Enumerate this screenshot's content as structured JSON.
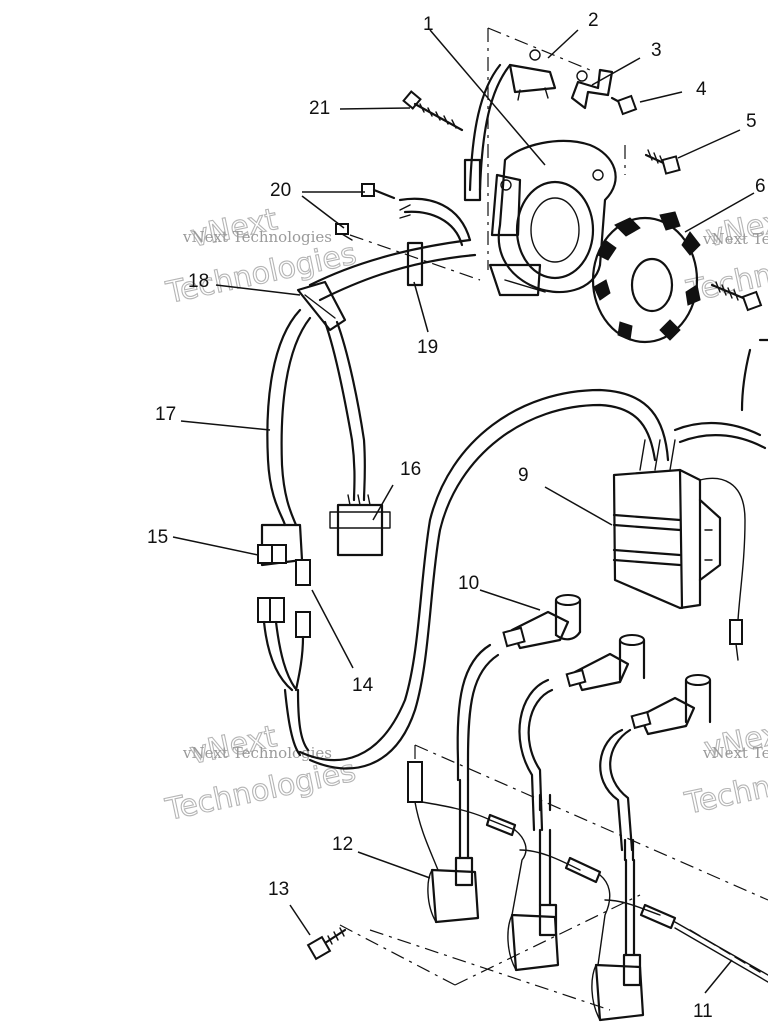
{
  "callouts": [
    "1",
    "2",
    "3",
    "4",
    "5",
    "6",
    "9",
    "10",
    "11",
    "12",
    "13",
    "14",
    "15",
    "16",
    "17",
    "18",
    "19",
    "20",
    "21"
  ],
  "watermark": {
    "company": "vNext Technologies",
    "word_top": "vNext",
    "word_bottom": "Technologies"
  }
}
